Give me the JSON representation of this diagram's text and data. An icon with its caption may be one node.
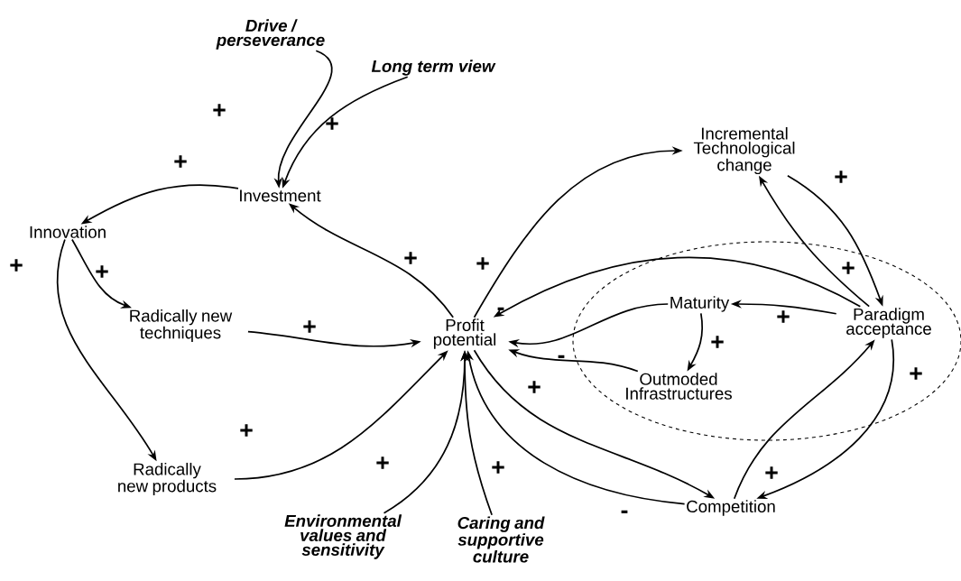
{
  "diagram": {
    "nodes": [
      {
        "text": [
          "Drive / perseverance"
        ]
      },
      {
        "text": [
          "Long term view"
        ]
      },
      {
        "text": [
          "Investment"
        ]
      },
      {
        "text": [
          "Innovation"
        ]
      },
      {
        "text": [
          "Radically new techniques"
        ]
      },
      {
        "text": [
          "Radically new products"
        ]
      },
      {
        "text": [
          "Profit potential"
        ]
      },
      {
        "text": [
          "Environmental values and sensitivity"
        ]
      },
      {
        "text": [
          "Caring and supportive culture"
        ]
      },
      {
        "text": [
          "Incremental Technological change"
        ]
      },
      {
        "text": [
          "Maturity"
        ]
      },
      {
        "text": [
          "Outmoded Infrastructures"
        ]
      },
      {
        "text": [
          "Paradigm acceptance"
        ]
      },
      {
        "text": [
          "Competition"
        ]
      }
    ],
    "edges": [
      {
        "from": 0,
        "to": 2,
        "arrow": "to",
        "label": "+"
      },
      {
        "from": 1,
        "to": 2,
        "arrow": "to",
        "label": "+"
      },
      {
        "from": 2,
        "to": 3,
        "arrow": "to",
        "label": "+"
      },
      {
        "from": 3,
        "to": 4,
        "arrow": "to",
        "label": "+"
      },
      {
        "from": 3,
        "to": 5,
        "arrow": "to",
        "label": "+"
      },
      {
        "from": 6,
        "to": 2,
        "arrow": "to",
        "label": "+"
      },
      {
        "from": 4,
        "to": 6,
        "arrow": "to",
        "label": "+"
      },
      {
        "from": 5,
        "to": 6,
        "arrow": "to",
        "label": "+"
      },
      {
        "from": 7,
        "to": 6,
        "arrow": "to",
        "label": "+"
      },
      {
        "from": 8,
        "to": 6,
        "arrow": "to",
        "label": "+"
      },
      {
        "from": 6,
        "to": 9,
        "arrow": "to",
        "label": "+"
      },
      {
        "from": 9,
        "to": 12,
        "arrow": "to",
        "label": "+"
      },
      {
        "from": 12,
        "to": 9,
        "arrow": "to",
        "label": "+"
      },
      {
        "from": 12,
        "to": 6,
        "arrow": "to"
      },
      {
        "from": 12,
        "to": 10,
        "arrow": "to",
        "label": "+"
      },
      {
        "from": 10,
        "to": 6,
        "arrow": "to",
        "label": "-"
      },
      {
        "from": 10,
        "to": 11,
        "arrow": "to",
        "label": "+"
      },
      {
        "from": 11,
        "to": 6,
        "arrow": "to",
        "label": "-"
      },
      {
        "from": 6,
        "to": 13,
        "arrow": "to",
        "label": "+"
      },
      {
        "from": 13,
        "to": 6,
        "arrow": "to",
        "label": "-"
      },
      {
        "from": 13,
        "to": 12,
        "arrow": "to",
        "label": "+"
      },
      {
        "from": 12,
        "to": 13,
        "arrow": "to",
        "label": "+"
      }
    ]
  }
}
